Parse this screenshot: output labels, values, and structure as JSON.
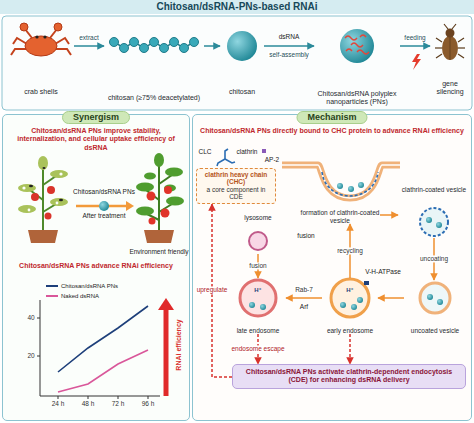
{
  "diagram": {
    "title": "Chitosan/dsRNA-PNs-based RNAi",
    "nodes": [
      {
        "text": [
          "crab shells"
        ]
      },
      {
        "text": [
          "chitosan (≥75% deacetylated)"
        ]
      },
      {
        "text": [
          "chitosan"
        ]
      },
      {
        "text": [
          "Chitosan/dsRNA polyplex nanoparticles (PNs)"
        ]
      },
      {
        "text": [
          "gene silencing"
        ]
      },
      {
        "text": [
          "Synergism"
        ]
      },
      {
        "text": [
          "Mechanism"
        ]
      },
      {
        "text": [
          "clathrin heavy chain (CHC)",
          "a core component in CDE"
        ],
        "in": 6
      },
      {
        "text": [
          "formation of clathrin-coated vesicle"
        ],
        "in": 6
      },
      {
        "text": [
          "clathrin-coated vesicle"
        ],
        "in": 6
      },
      {
        "text": [
          "uncoated vesicle"
        ],
        "in": 6
      },
      {
        "text": [
          "early endosome"
        ],
        "in": 6
      },
      {
        "text": [
          "late endosome"
        ],
        "in": 6
      },
      {
        "text": [
          "lysosome"
        ],
        "in": 6
      },
      {
        "text": [
          "Chitosan/dsRNA PNs activate clathrin-dependent endocytosis (CDE) for enhancing dsRNA delivery"
        ],
        "in": 6
      }
    ],
    "edges": [
      {
        "from": 0,
        "to": 1,
        "label": "extract",
        "arrow": "to"
      },
      {
        "from": 1,
        "to": 2,
        "arrow": "to"
      },
      {
        "from": 2,
        "to": 3,
        "label": "self-assembly",
        "arrow": "to"
      },
      {
        "from": 3,
        "to": 4,
        "label": "feeding",
        "arrow": "to"
      },
      {
        "from": 8,
        "to": 9,
        "arrow": "to"
      },
      {
        "from": 9,
        "to": 10,
        "label": "uncoating",
        "arrow": "to"
      },
      {
        "from": 10,
        "to": 11,
        "arrow": "to"
      },
      {
        "from": 11,
        "to": 12,
        "label": "Rab-7",
        "arrow": "to"
      },
      {
        "from": 13,
        "to": 12,
        "label": "fusion",
        "arrow": "to"
      },
      {
        "from": 11,
        "to": 8,
        "label": "recycling",
        "arrow": "to"
      },
      {
        "from": 12,
        "to": 14,
        "label": "endosome escape",
        "arrow": "to"
      },
      {
        "from": 11,
        "to": 14,
        "arrow": "to"
      },
      {
        "from": 14,
        "to": 7,
        "label": "upregulate",
        "arrow": "to"
      }
    ],
    "labels": [
      "dsRNA",
      "Chitosan/dsRNA PNs improve stability, internalization, and cellular uptake efficiency of dsRNA",
      "Chitosan/dsRNA PNs",
      "After treatment",
      "Environment friendly",
      "Chitosan/dsRNA PNs advance RNAi efficiency",
      "40",
      "20",
      "24 h",
      "48 h",
      "72 h",
      "96 h",
      "RNAi efficiency",
      "Chitosan/dsRNA PNs directly bound to CHC protein to advance RNAi efficiency",
      "CLC",
      "clathrin",
      "AP-2",
      "H⁺",
      "H⁺",
      "V-H-ATPase",
      "Arf",
      "fusion"
    ],
    "legend": [
      {
        "text": "Chitosan/dsRNA PNs"
      },
      {
        "text": "Naked dsRNA"
      }
    ]
  }
}
